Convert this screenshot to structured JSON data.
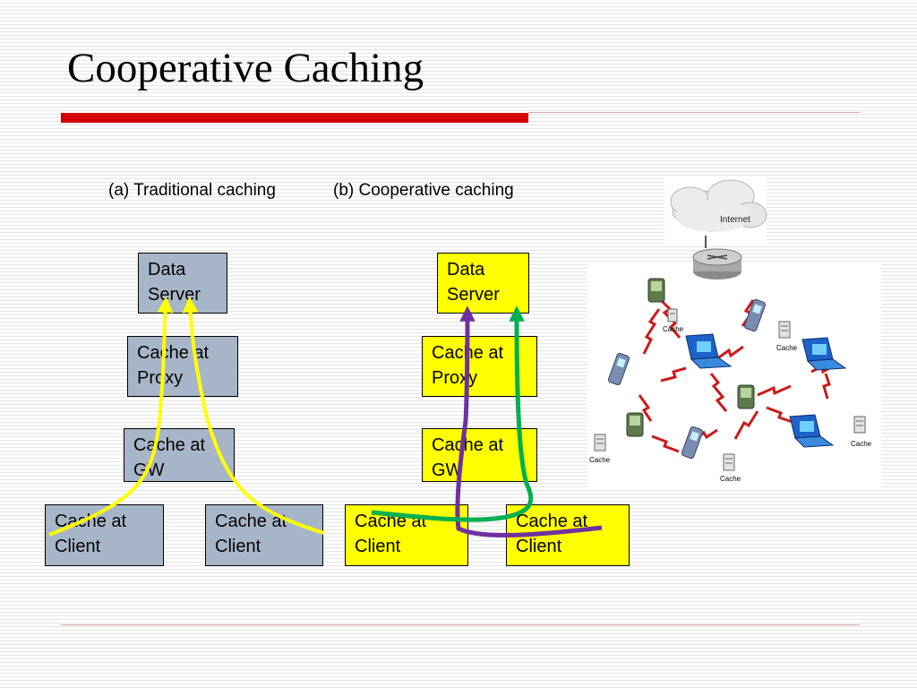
{
  "title": "Cooperative Caching",
  "captions": {
    "a": "(a) Traditional caching",
    "b": "(b) Cooperative caching"
  },
  "traditional": {
    "data_server": [
      "Data",
      "Server"
    ],
    "proxy": [
      "Cache at",
      "Proxy"
    ],
    "gw": [
      "Cache at",
      "GW"
    ],
    "client_left": [
      "Cache at",
      "Client"
    ],
    "client_right": [
      "Cache at",
      "Client"
    ]
  },
  "cooperative": {
    "data_server": [
      "Data",
      "Server"
    ],
    "proxy": [
      "Cache at",
      "Proxy"
    ],
    "gw": [
      "Cache at",
      "GW"
    ],
    "client_left": [
      "Cache at",
      "Client"
    ],
    "client_right": [
      "Cache at",
      "Client"
    ]
  },
  "network": {
    "internet_label": "Internet",
    "cache_labels": [
      "Cache",
      "Cache",
      "Cache",
      "Cache",
      "Cache"
    ]
  },
  "colors": {
    "title_rule": "#d40000",
    "traditional_box": "#a7b5c8",
    "cooperative_box": "#ffff00",
    "traditional_path": "#ffff00",
    "coop_path_purple": "#7030a0",
    "coop_path_green": "#00b050",
    "link_red": "#cc1a1a"
  }
}
